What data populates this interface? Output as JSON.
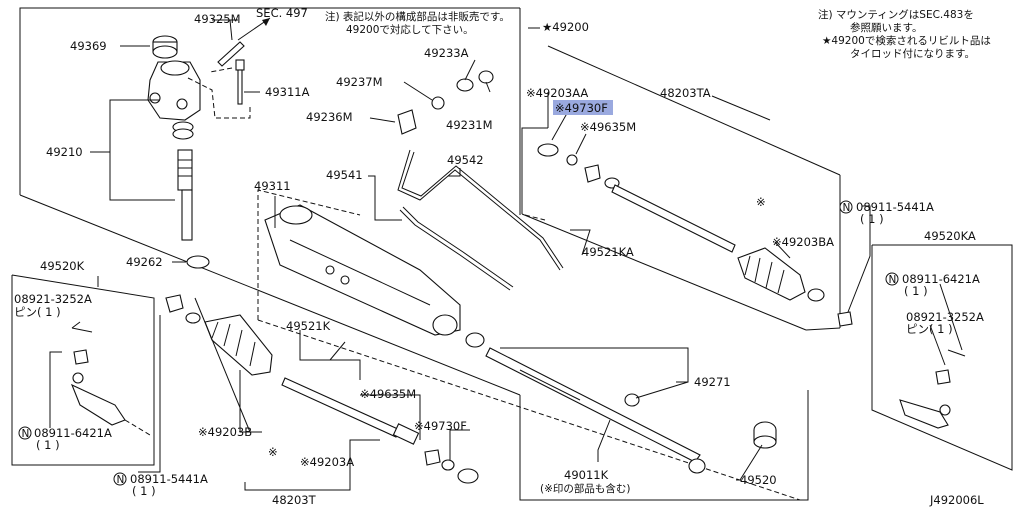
{
  "title_ref": "J492006L",
  "notes": {
    "top_center_1": "注) 表記以外の構成部品は非販売です。",
    "top_center_2": "49200で対応して下さい。",
    "top_right_1": "注) マウンティングはSEC.483を",
    "top_right_2": "参照願います。",
    "top_right_3": "★49200で検索されるリビルト品は",
    "top_right_4": "タイロッド付になります。",
    "bottom_center": "(※印の部品も含む)"
  },
  "labels": {
    "sec497": "SEC. 497",
    "p49325M": "49325M",
    "p49369": "49369",
    "p49311A": "49311A",
    "p49210": "49210",
    "p49262": "49262",
    "p49200": "★49200",
    "p49233A": "49233A",
    "p49237M": "49237M",
    "p49236M": "49236M",
    "p49231M": "49231M",
    "p49541": "49541",
    "p49542": "49542",
    "p49311": "49311",
    "p49203AA": "※49203AA",
    "p49730F_hi": "※49730F",
    "p49635M_r": "※49635M",
    "p48203TA": "48203TA",
    "p49521KA": "49521KA",
    "p49203BA": "※49203BA",
    "p08911_5441A_r": "08911-5441A",
    "p08911_5441A_r_q": "( 1 )",
    "p49520KA": "49520KA",
    "p08911_6421A_r": "08911-6421A",
    "p08911_6421A_r_q": "( 1 )",
    "p08921_3252A_r": "08921-3252A",
    "pin_r": "ピン( 1 )",
    "p49520K": "49520K",
    "p08921_3252A_l": "08921-3252A",
    "pin_l": "ピン( 1 )",
    "p08911_6421A_l": "08911-6421A",
    "p08911_6421A_l_q": "( 1 )",
    "p49521K": "49521K",
    "p49635M_l": "※49635M",
    "p49730F_l": "※49730F",
    "p49203B": "※49203B",
    "p49203A": "※49203A",
    "p48203T": "48203T",
    "p08911_5441A_l": "08911-5441A",
    "p08911_5441A_l_q": "( 1 )",
    "p49271": "49271",
    "p49011K": "49011K",
    "p49520": "49520",
    "star_mark": "※",
    "n_mark": "N"
  },
  "colors": {
    "highlight": "#9aa9df",
    "line": "#111111"
  }
}
